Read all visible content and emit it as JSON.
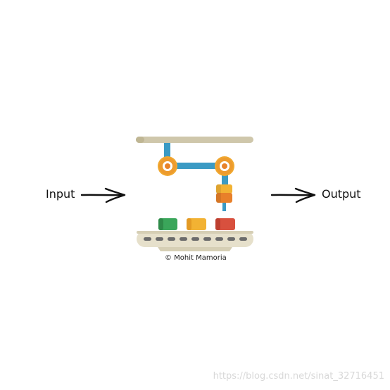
{
  "diagram": {
    "input_label": "Input",
    "output_label": "Output",
    "credit": "© Mohit Mamoria",
    "watermark": "https://blog.csdn.net/sinat_32716451"
  },
  "icons": {
    "input_arrow": "right-arrow-icon",
    "output_arrow": "right-arrow-icon",
    "machine": "robotic-arm-conveyor-icon"
  },
  "colors": {
    "rail": "#cfc7ab",
    "arm": "#3a9ac4",
    "joint_outer": "#f0a830",
    "joint_inner": "#e8832a",
    "gripper_top": "#f2b233",
    "gripper_bottom": "#e8802a",
    "box_green": "#3aa65a",
    "box_yellow": "#f2b233",
    "box_red": "#d8503e",
    "belt": "#e6e0cb",
    "belt_dash": "#6b6b6b",
    "text": "#111111"
  }
}
